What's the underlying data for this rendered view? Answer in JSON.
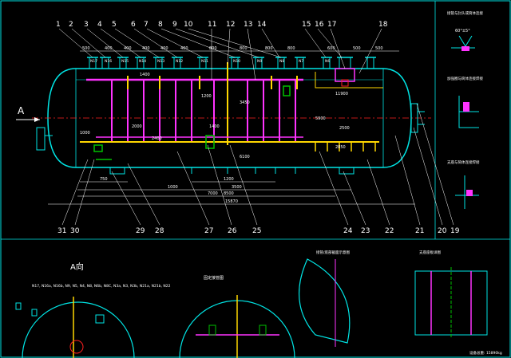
{
  "balloons_top": [
    "1",
    "2",
    "3",
    "4",
    "5",
    "6",
    "7",
    "8",
    "9",
    "10",
    "11",
    "12",
    "13",
    "14",
    "15",
    "16",
    "17",
    "18"
  ],
  "balloons_bottom": [
    "31",
    "30",
    "29",
    "28",
    "27",
    "26",
    "25",
    "24",
    "23",
    "22",
    "21",
    "20",
    "19"
  ],
  "nozzles_top": [
    "N17",
    "N16",
    "N15",
    "N14",
    "N13",
    "N12",
    "N11",
    "N10",
    "N9",
    "N8",
    "N7",
    "N6"
  ],
  "top_dims": [
    "500",
    "400",
    "400",
    "400",
    "400",
    "400",
    "800",
    "800",
    "800",
    "800",
    "600",
    "500",
    "500"
  ],
  "inner_dims": {
    "d1400": "1400",
    "d1200": "1200",
    "d11900": "11900",
    "d2400": "2400",
    "d3450": "3450",
    "d5900": "5900",
    "d2500": "2500",
    "d2000": "2000",
    "d1400b": "1400",
    "d2850": "2850",
    "d1000": "1000",
    "d6100": "6100"
  },
  "bottom_dims": {
    "d750": "750",
    "d1200": "1200",
    "d3500": "3500",
    "d1000": "1000",
    "d8500": "8500",
    "d7000": "7000",
    "d15870": "15870"
  },
  "view_a": {
    "label_a": "A",
    "title": "A向",
    "nozzle_list": "N17, N16a, N16b, N9, N5, N4, N8, N6b, N8C, N3a, N3, N3b, N21a, N21b, N22"
  },
  "section_titles": {
    "mid": "固定接管图",
    "right_mid": "接管/底部截面示意图",
    "right": "支座座板详图"
  },
  "weld_details": [
    {
      "title": "接管与封头或筒体连接",
      "angle": "60°±5°"
    },
    {
      "title": "加强圈与筒体连接焊接",
      "angle": ""
    },
    {
      "title": "支座与筒体连接焊接",
      "angle": ""
    }
  ],
  "weight_note": "设备总重: 15890kg",
  "colors": {
    "bg": "#000000",
    "shell": "#00e5e5",
    "pipe_magenta": "#ff33ff",
    "pipe_yellow": "#ffd700",
    "green": "#00c000",
    "dim_white": "#ffffff",
    "red": "#ff2020",
    "blue": "#4060ff"
  }
}
